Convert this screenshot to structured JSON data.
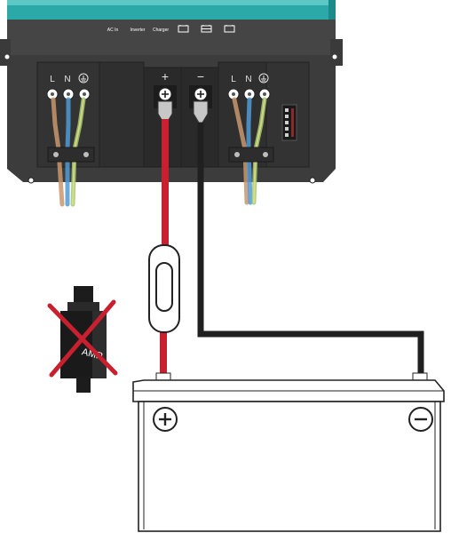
{
  "indicators": {
    "ac_in": "AC In",
    "inverter": "Inverter",
    "charger": "Charger"
  },
  "terminals": {
    "left": {
      "line": "L",
      "neutral": "N"
    },
    "right": {
      "line": "L",
      "neutral": "N"
    },
    "dc_positive": "+",
    "dc_negative": "−"
  },
  "amp_label": "AMP",
  "colors": {
    "housing_teal": "#2aa9a8",
    "housing_dark": "#3b3b3b",
    "positive_cable": "#c8202e",
    "negative_cable": "#202020",
    "prohibited_cross": "#c8202e"
  }
}
